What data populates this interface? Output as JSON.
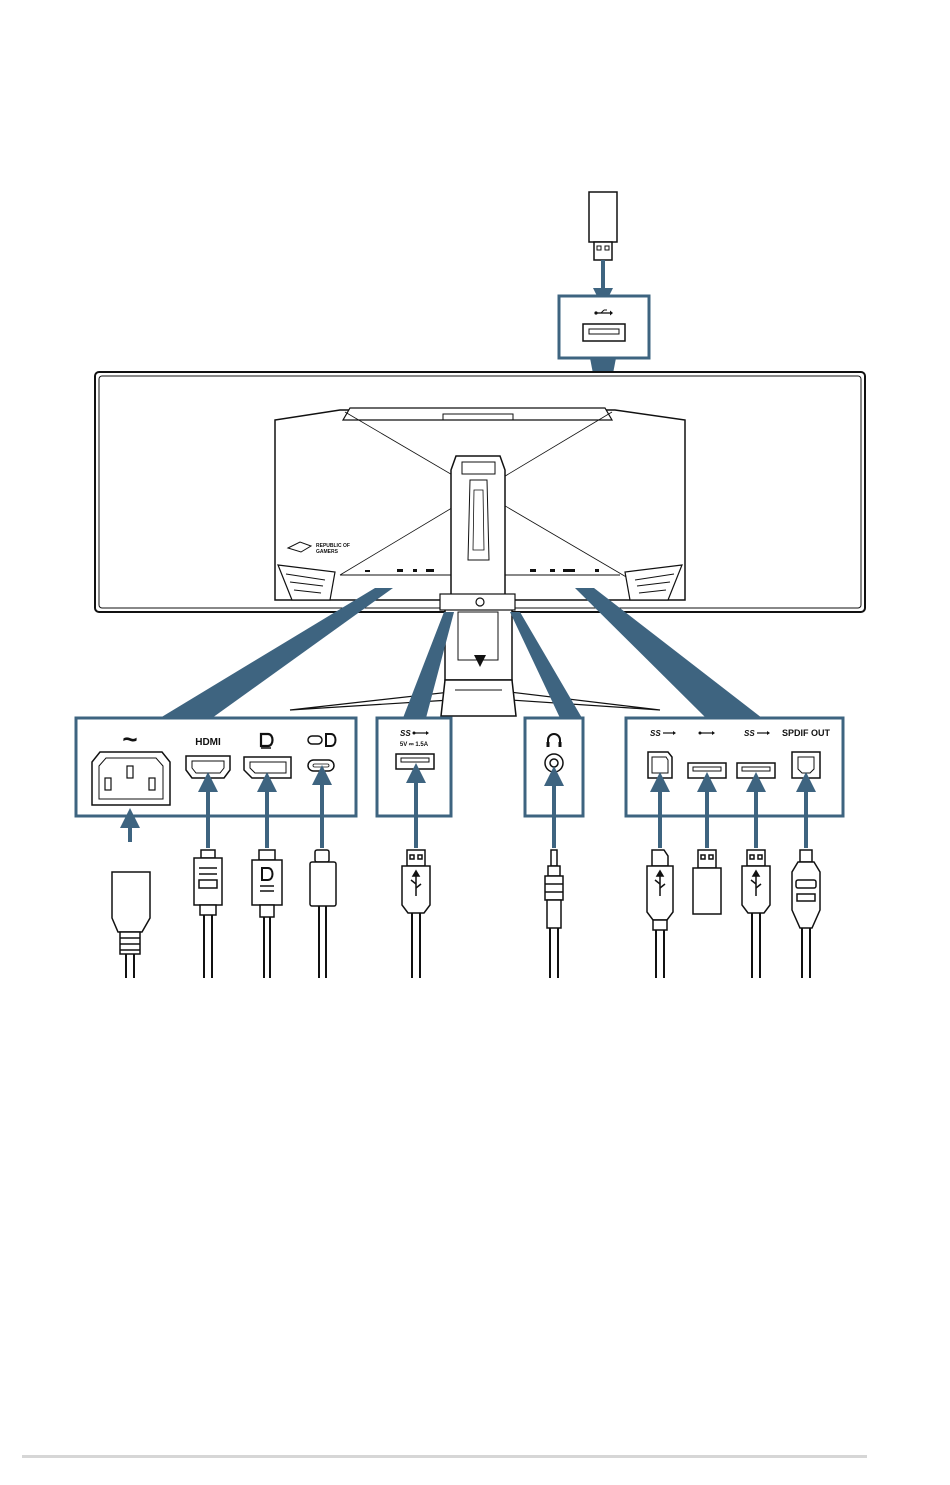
{
  "colors": {
    "accent": "#3e6480",
    "line": "#111111",
    "panel_fill": "#ffffff"
  },
  "labels": {
    "hdmi": "HDMI",
    "usb_power": "5V ⎓ 1.5A",
    "spdif": "SPDIF OUT",
    "brand": "REPUBLIC OF GAMERS"
  },
  "icons": {
    "ac_power": "tilde-icon",
    "displayport": "displayport-icon",
    "usbc_dp": "usb-c-displayport-icon",
    "usb_superspeed": "usb-superspeed-icon",
    "usb": "usb-trident-icon",
    "headphone": "headphone-icon"
  }
}
